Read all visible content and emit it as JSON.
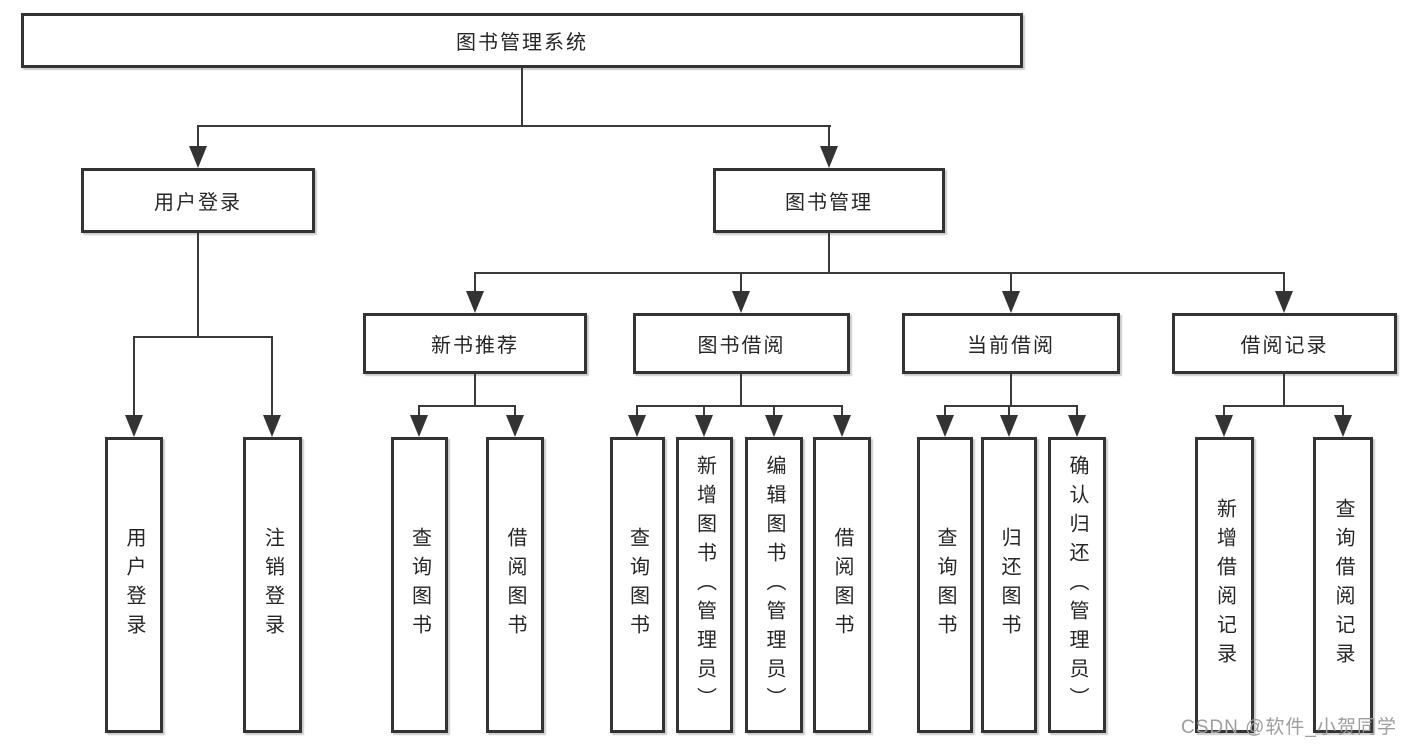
{
  "nodes": {
    "root": "图书管理系统",
    "login": "用户登录",
    "mgmt": "图书管理",
    "rec": "新书推荐",
    "borrow": "图书借阅",
    "current": "当前借阅",
    "records": "借阅记录",
    "login_leaf1": "用户登录",
    "login_leaf2": "注销登录",
    "rec_leaf1": "查询图书",
    "rec_leaf2": "借阅图书",
    "borrow_leaf1": "查询图书",
    "borrow_leaf2": "新增图书（管理员）",
    "borrow_leaf3": "编辑图书（管理员）",
    "borrow_leaf4": "借阅图书",
    "current_leaf1": "查询图书",
    "current_leaf2": "归还图书",
    "current_leaf3": "确认归还（管理员）",
    "records_leaf1": "新增借阅记录",
    "records_leaf2": "查询借阅记录"
  },
  "watermark": "CSDN @软件_小贺同学",
  "colors": {
    "box_border": "#333333",
    "connector": "#3a3a3a",
    "text": "#262626",
    "watermark": "#9e9e9e",
    "background": "#ffffff"
  }
}
